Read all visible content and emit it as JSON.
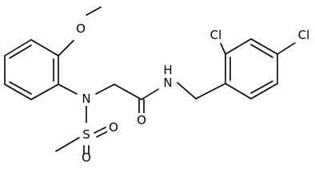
{
  "molecule": {
    "atoms": {
      "o_methoxy": "O",
      "n_sulfonamide": "N",
      "s_sulfonyl": "S",
      "o_sulfonyl_1": "O",
      "o_sulfonyl_2": "O",
      "o_carbonyl": "O",
      "n_amide": "N",
      "h_amide": "H",
      "cl_ortho": "Cl",
      "cl_para": "Cl"
    }
  }
}
